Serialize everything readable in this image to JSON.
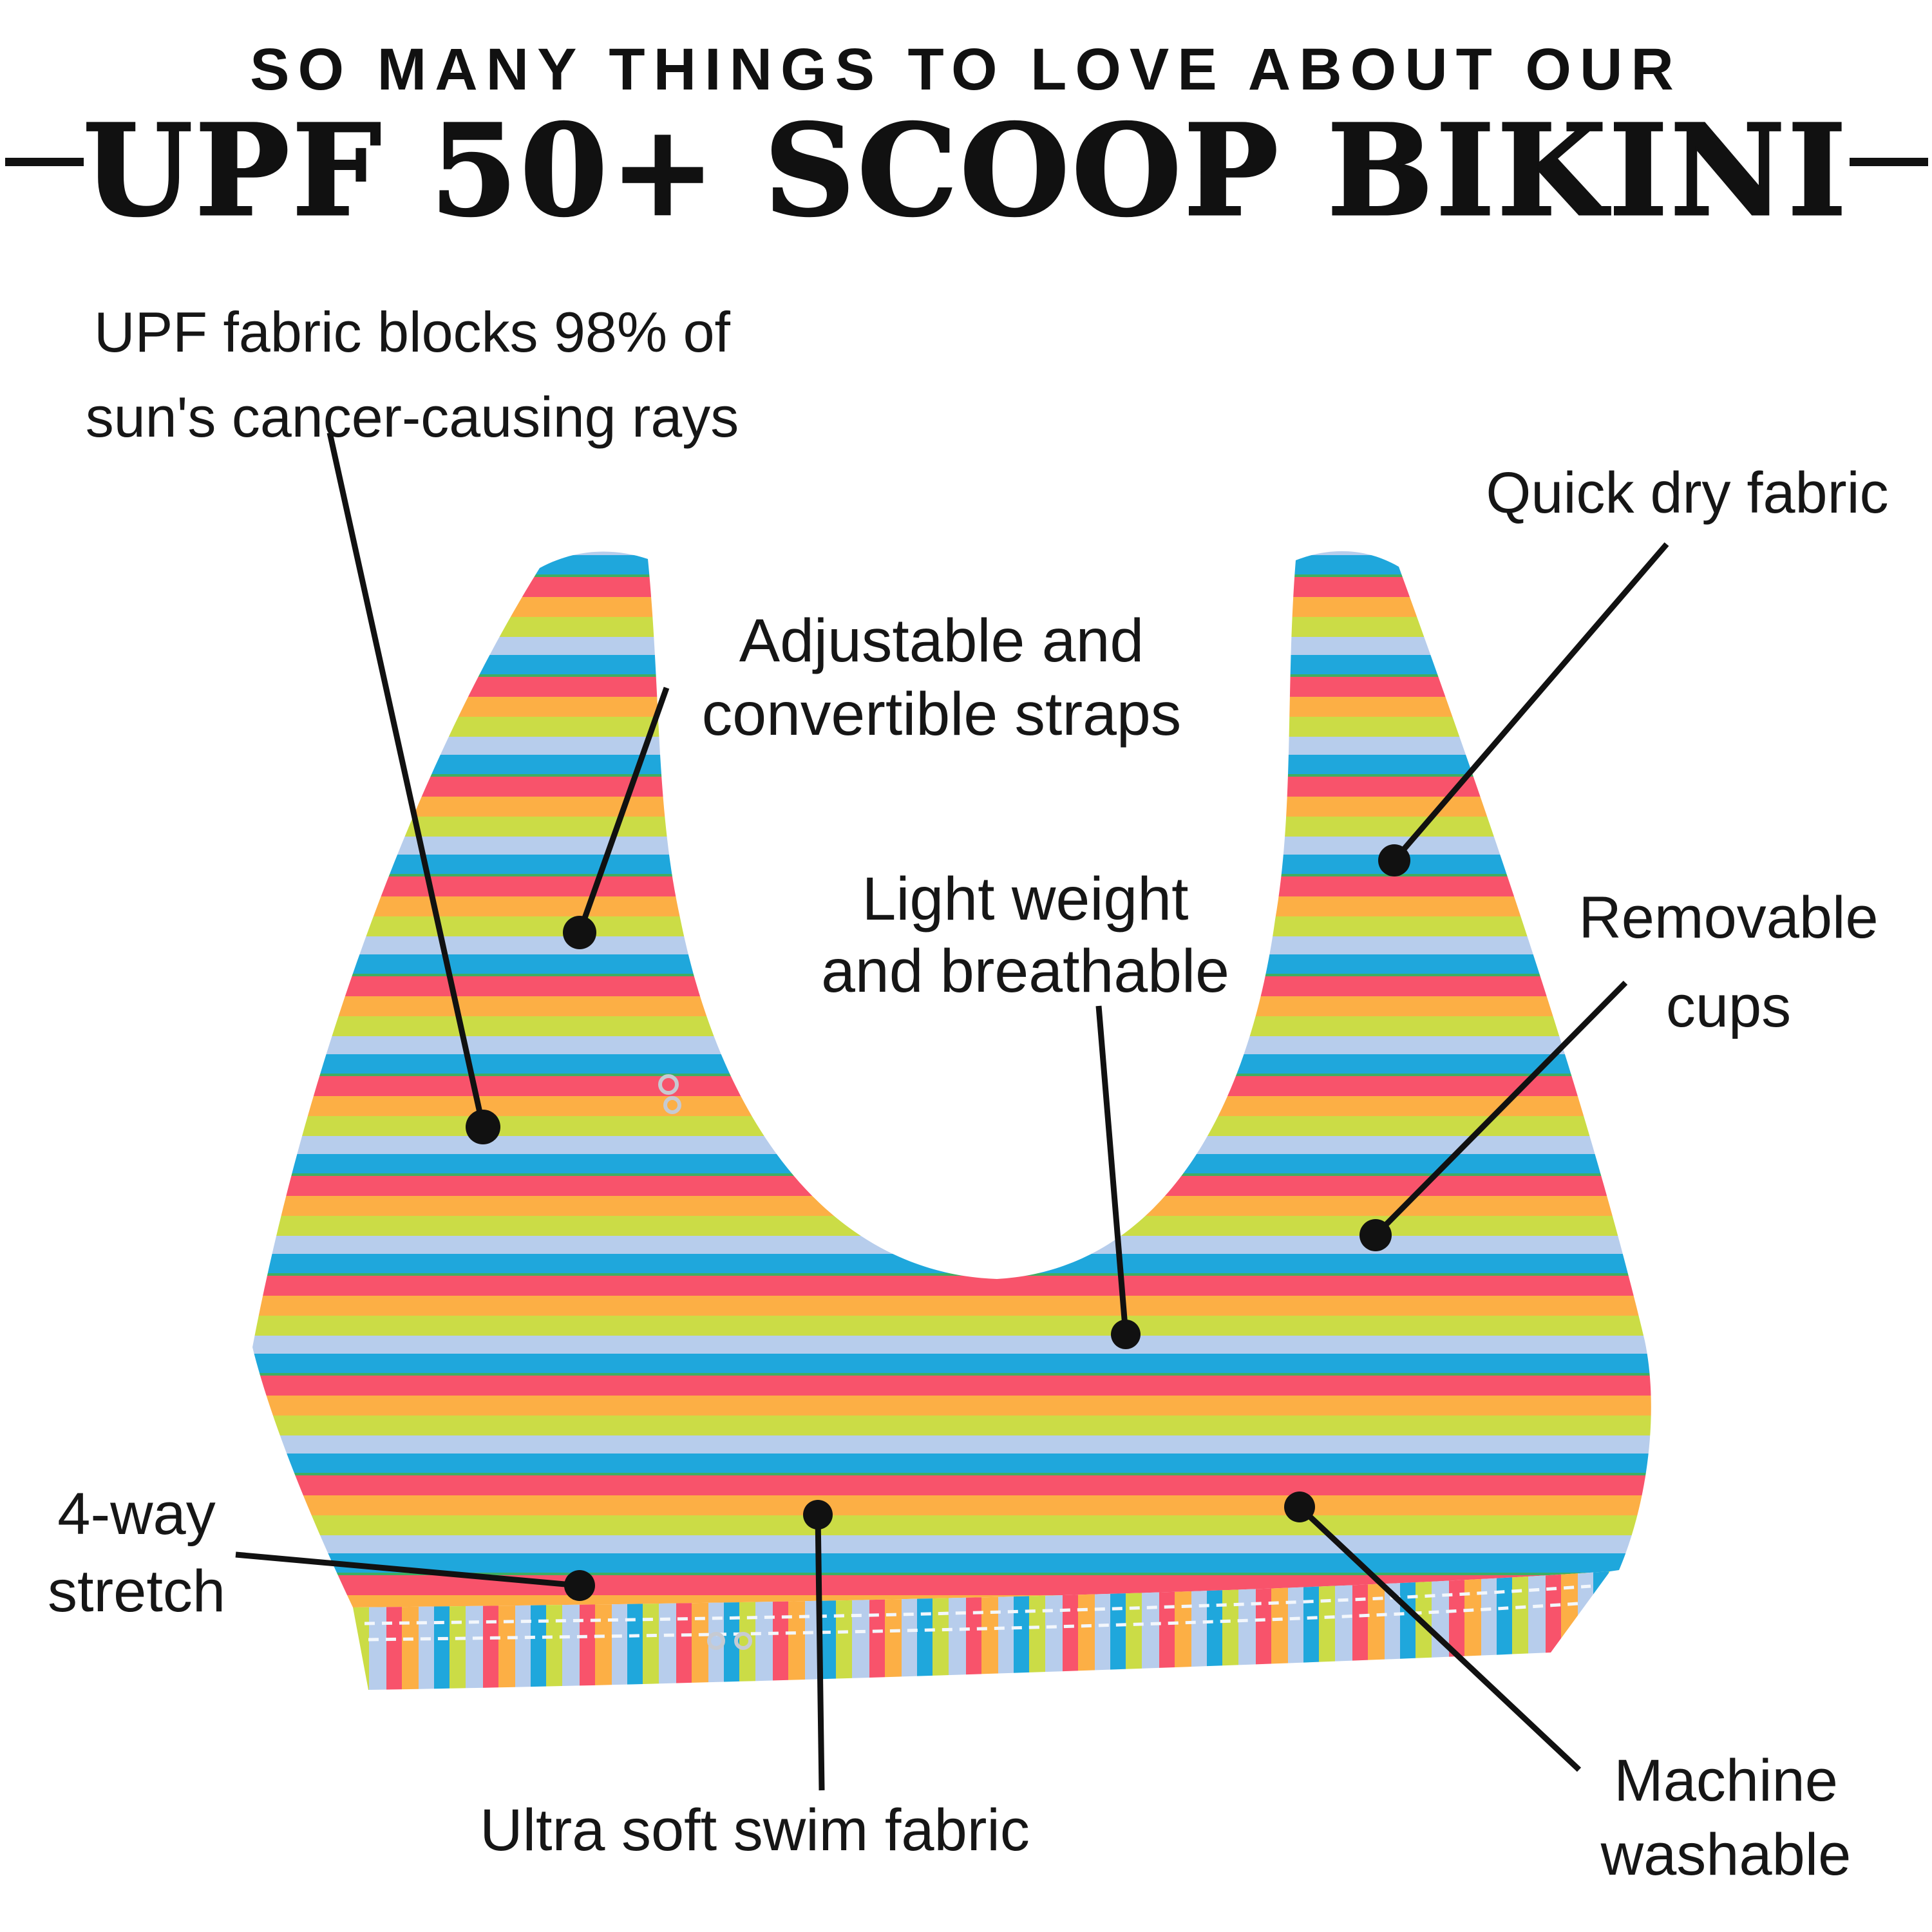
{
  "header": {
    "kicker": "SO MANY THINGS TO LOVE ABOUT OUR",
    "title": "UPF 50+ SCOOP BIKINI"
  },
  "callouts": {
    "upf": {
      "lines": [
        "UPF fabric blocks 98% of",
        "sun's cancer-causing rays"
      ]
    },
    "quick_dry": {
      "lines": [
        "Quick dry fabric"
      ]
    },
    "adjustable_straps": {
      "lines": [
        "Adjustable and",
        "convertible straps"
      ]
    },
    "light_weight": {
      "lines": [
        "Light weight",
        "and breathable"
      ]
    },
    "removable_cups": {
      "lines": [
        "Removable",
        "cups"
      ]
    },
    "four_way_stretch": {
      "lines": [
        "4-way",
        "stretch"
      ]
    },
    "ultra_soft": {
      "lines": [
        "Ultra soft swim fabric"
      ]
    },
    "machine_washable": {
      "lines": [
        "Machine",
        "washable"
      ]
    }
  },
  "colors": {
    "ink": "#111111",
    "cyan": "#1FA7DC",
    "coral": "#F8536B",
    "orange": "#FCAF45",
    "lime": "#CBDC46",
    "periwinkle": "#B7CDEC",
    "seam_green": "#3FAE62",
    "stitch": "#F3F7FC",
    "hardware": "#C6CAD2",
    "background": "#FFFFFF"
  }
}
